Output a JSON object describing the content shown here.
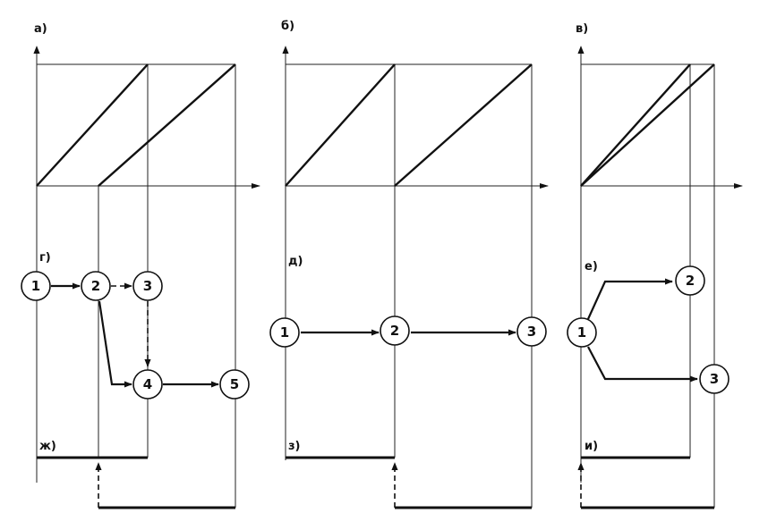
{
  "panels": {
    "a": "а)",
    "b": "б)",
    "v": "в)",
    "g": "г)",
    "d": "д)",
    "e": "е)",
    "zh": "ж)",
    "z": "з)",
    "i": "и)"
  },
  "nodes": {
    "g": [
      "1",
      "2",
      "3",
      "4",
      "5"
    ],
    "d": [
      "1",
      "2",
      "3"
    ],
    "e": [
      "1",
      "2",
      "3"
    ]
  }
}
